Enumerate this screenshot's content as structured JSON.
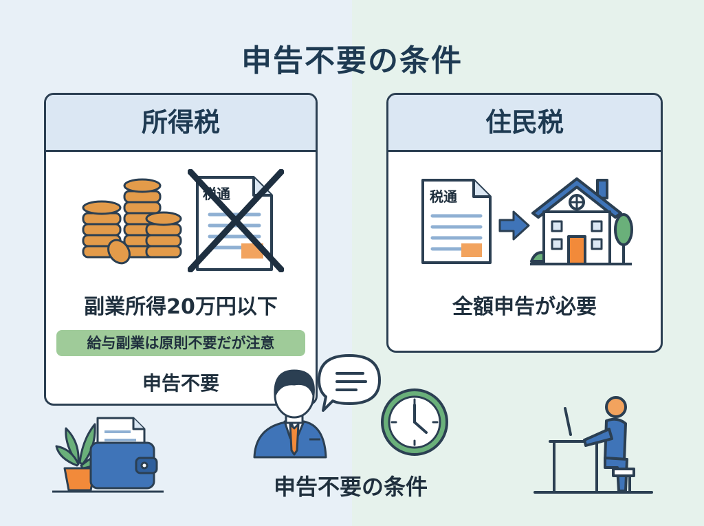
{
  "title": "申告不要の条件",
  "income_tax": {
    "heading": "所得税",
    "condition": "副業所得20万円以下",
    "note": "給与副業は原則不要だが注意",
    "result": "申告不要"
  },
  "resident_tax": {
    "heading": "住民税",
    "condition": "全額申告が必要"
  },
  "document_label": "税通",
  "bottom_label": "申告不要の条件",
  "icons": [
    "coin-stack-icon",
    "crossed-document-icon",
    "document-icon",
    "arrow-right-icon",
    "house-icon",
    "wallet-icon",
    "plant-icon",
    "businessman-icon",
    "speech-bubble-icon",
    "clock-icon",
    "person-at-desk-icon"
  ],
  "colors": {
    "navy": "#2b3f52",
    "title": "#1e3a52",
    "header_bg": "#dbe7f3",
    "coin": "#e39b4a",
    "note_bg": "#9fcb99",
    "accent_blue": "#3f74b8",
    "tree_green": "#6ab07a",
    "door_orange": "#f28a3a"
  }
}
